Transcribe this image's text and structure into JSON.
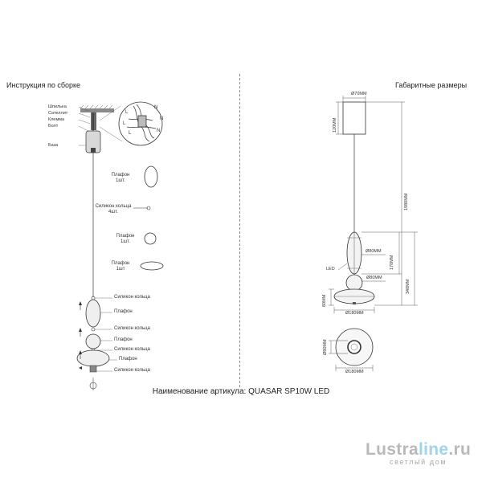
{
  "header": {
    "left_title": "Инструкция по сборке",
    "right_title": "Габаритные размеры"
  },
  "assembly": {
    "top_labels": [
      "Шпилька",
      "Сателлит",
      "Клемма",
      "Болт",
      "База"
    ],
    "detail_letters": [
      "N",
      "N",
      "L",
      "L",
      "L",
      "N"
    ],
    "parts_list": {
      "shade1": {
        "name": "Плафон",
        "qty": "1шт."
      },
      "rings": {
        "name": "Силикон кольца",
        "qty": "4шт."
      },
      "shade2": {
        "name": "Плафон",
        "qty": "1шт."
      },
      "shade3": {
        "name": "Плафон",
        "qty": "1шт"
      }
    },
    "stack_labels": [
      "Силикон кольца",
      "Плафон",
      "Силикон кольца",
      "Плафон",
      "Силикон кольца",
      "Плафон",
      "Силикон кольца"
    ]
  },
  "dimensions": {
    "canopy_d": "Ø70MM",
    "canopy_h": "120MM",
    "total_h": "1980MM",
    "shade1_d": "Ø80MM",
    "shade1_h": "170MM",
    "lamp_h": "340MM",
    "shade2_d": "Ø80MM",
    "led": "LED",
    "disk_h": "60MM",
    "disk_d": "Ø180MM",
    "inner_d": "Ø80MM",
    "bottom_d": "Ø180MM"
  },
  "footer": {
    "article": "Наименование артикула: QUASAR SP10W LED"
  },
  "logo": {
    "brand_main": "Lustra",
    "brand_accent": "line",
    "brand_tld": ".ru",
    "tagline": "светлый дом",
    "colors": {
      "gray": "#b9b9b9",
      "blue": "#9fd2ec"
    }
  }
}
